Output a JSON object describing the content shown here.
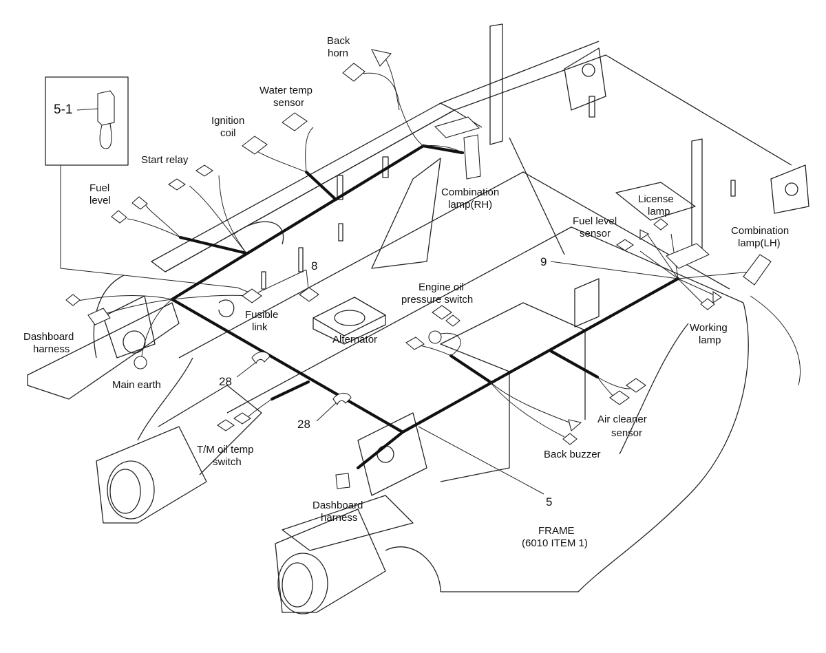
{
  "labels": {
    "back_horn": [
      "Back",
      "horn"
    ],
    "water_temp_sensor": [
      "Water temp",
      "sensor"
    ],
    "ignition_coil": [
      "Ignition",
      "coil"
    ],
    "start_relay": "Start relay",
    "fuel_level": [
      "Fuel",
      "level"
    ],
    "combination_lamp_rh": [
      "Combination",
      "lamp(RH)"
    ],
    "license_lamp": [
      "License",
      "lamp"
    ],
    "fuel_level_sensor": [
      "Fuel level",
      "sensor"
    ],
    "combination_lamp_lh": [
      "Combination",
      "lamp(LH)"
    ],
    "engine_oil_pressure_switch": [
      "Engine oil",
      "pressure switch"
    ],
    "fusible_link": [
      "Fusible",
      "link"
    ],
    "dashboard_harness_left": [
      "Dashboard",
      "harness"
    ],
    "main_earth": "Main earth",
    "alternator": "Alternator",
    "working_lamp": [
      "Working",
      "lamp"
    ],
    "air_cleaner_sensor": [
      "Air cleaner",
      "sensor"
    ],
    "back_buzzer": "Back buzzer",
    "tm_oil_temp_switch": [
      "T/M oil temp",
      "switch"
    ],
    "dashboard_harness_right": [
      "Dashboard",
      "harness"
    ],
    "frame": [
      "FRAME",
      "(6010 ITEM 1)"
    ]
  },
  "callouts": {
    "detail": "5-1",
    "fusible_link_ref": "8",
    "harness_9": "9",
    "clip_upper": "28",
    "clip_lower": "28",
    "harness_5": "5"
  }
}
